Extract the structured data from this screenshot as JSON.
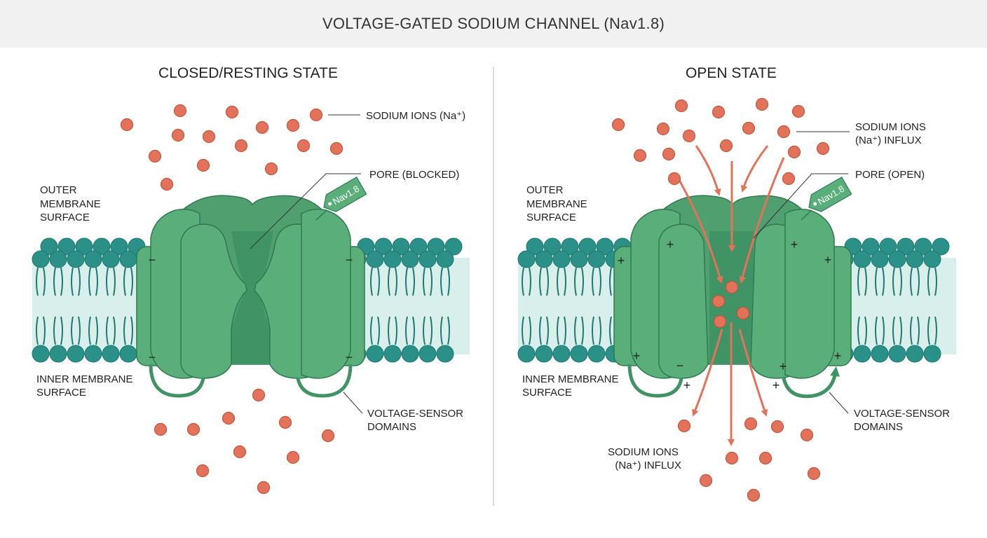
{
  "title": "VOLTAGE-GATED SODIUM CHANNEL (Nav1.8)",
  "panels": [
    {
      "heading": "CLOSED/RESTING STATE",
      "outer_label": [
        "OUTER",
        "MEMBRANE",
        "SURFACE"
      ],
      "inner_label": [
        "INNER MEMBRANE",
        "SURFACE"
      ],
      "ions_label": [
        "SODIUM IONS (Na⁺)"
      ],
      "pore_label": "PORE (BLOCKED)",
      "sensor_label": [
        "VOLTAGE-SENSOR",
        "DOMAINS"
      ],
      "tag": "Nav1.8"
    },
    {
      "heading": "OPEN STATE",
      "outer_label": [
        "OUTER",
        "MEMBRANE",
        "SURFACE"
      ],
      "inner_label": [
        "INNER MEMBRANE",
        "SURFACE"
      ],
      "ions_label": [
        "SODIUM IONS",
        "(Na⁺) INFLUX"
      ],
      "pore_label": "PORE (OPEN)",
      "sensor_label": [
        "VOLTAGE-SENSOR",
        "DOMAINS"
      ],
      "influx_label": [
        "SODIUM IONS",
        "(Na⁺) INFLUX"
      ],
      "tag": "Nav1.8"
    }
  ],
  "colors": {
    "protein": "#5aae7a",
    "protein_dark": "#3f9364",
    "outline": "#2f7a52",
    "lipid_head": "#2a9088",
    "lipid_tail": "#1f7a73",
    "membrane_fill": "#d9efec",
    "ion": "#e2735a",
    "ion_edge": "#c4553e",
    "arrow": "#e2735a"
  }
}
